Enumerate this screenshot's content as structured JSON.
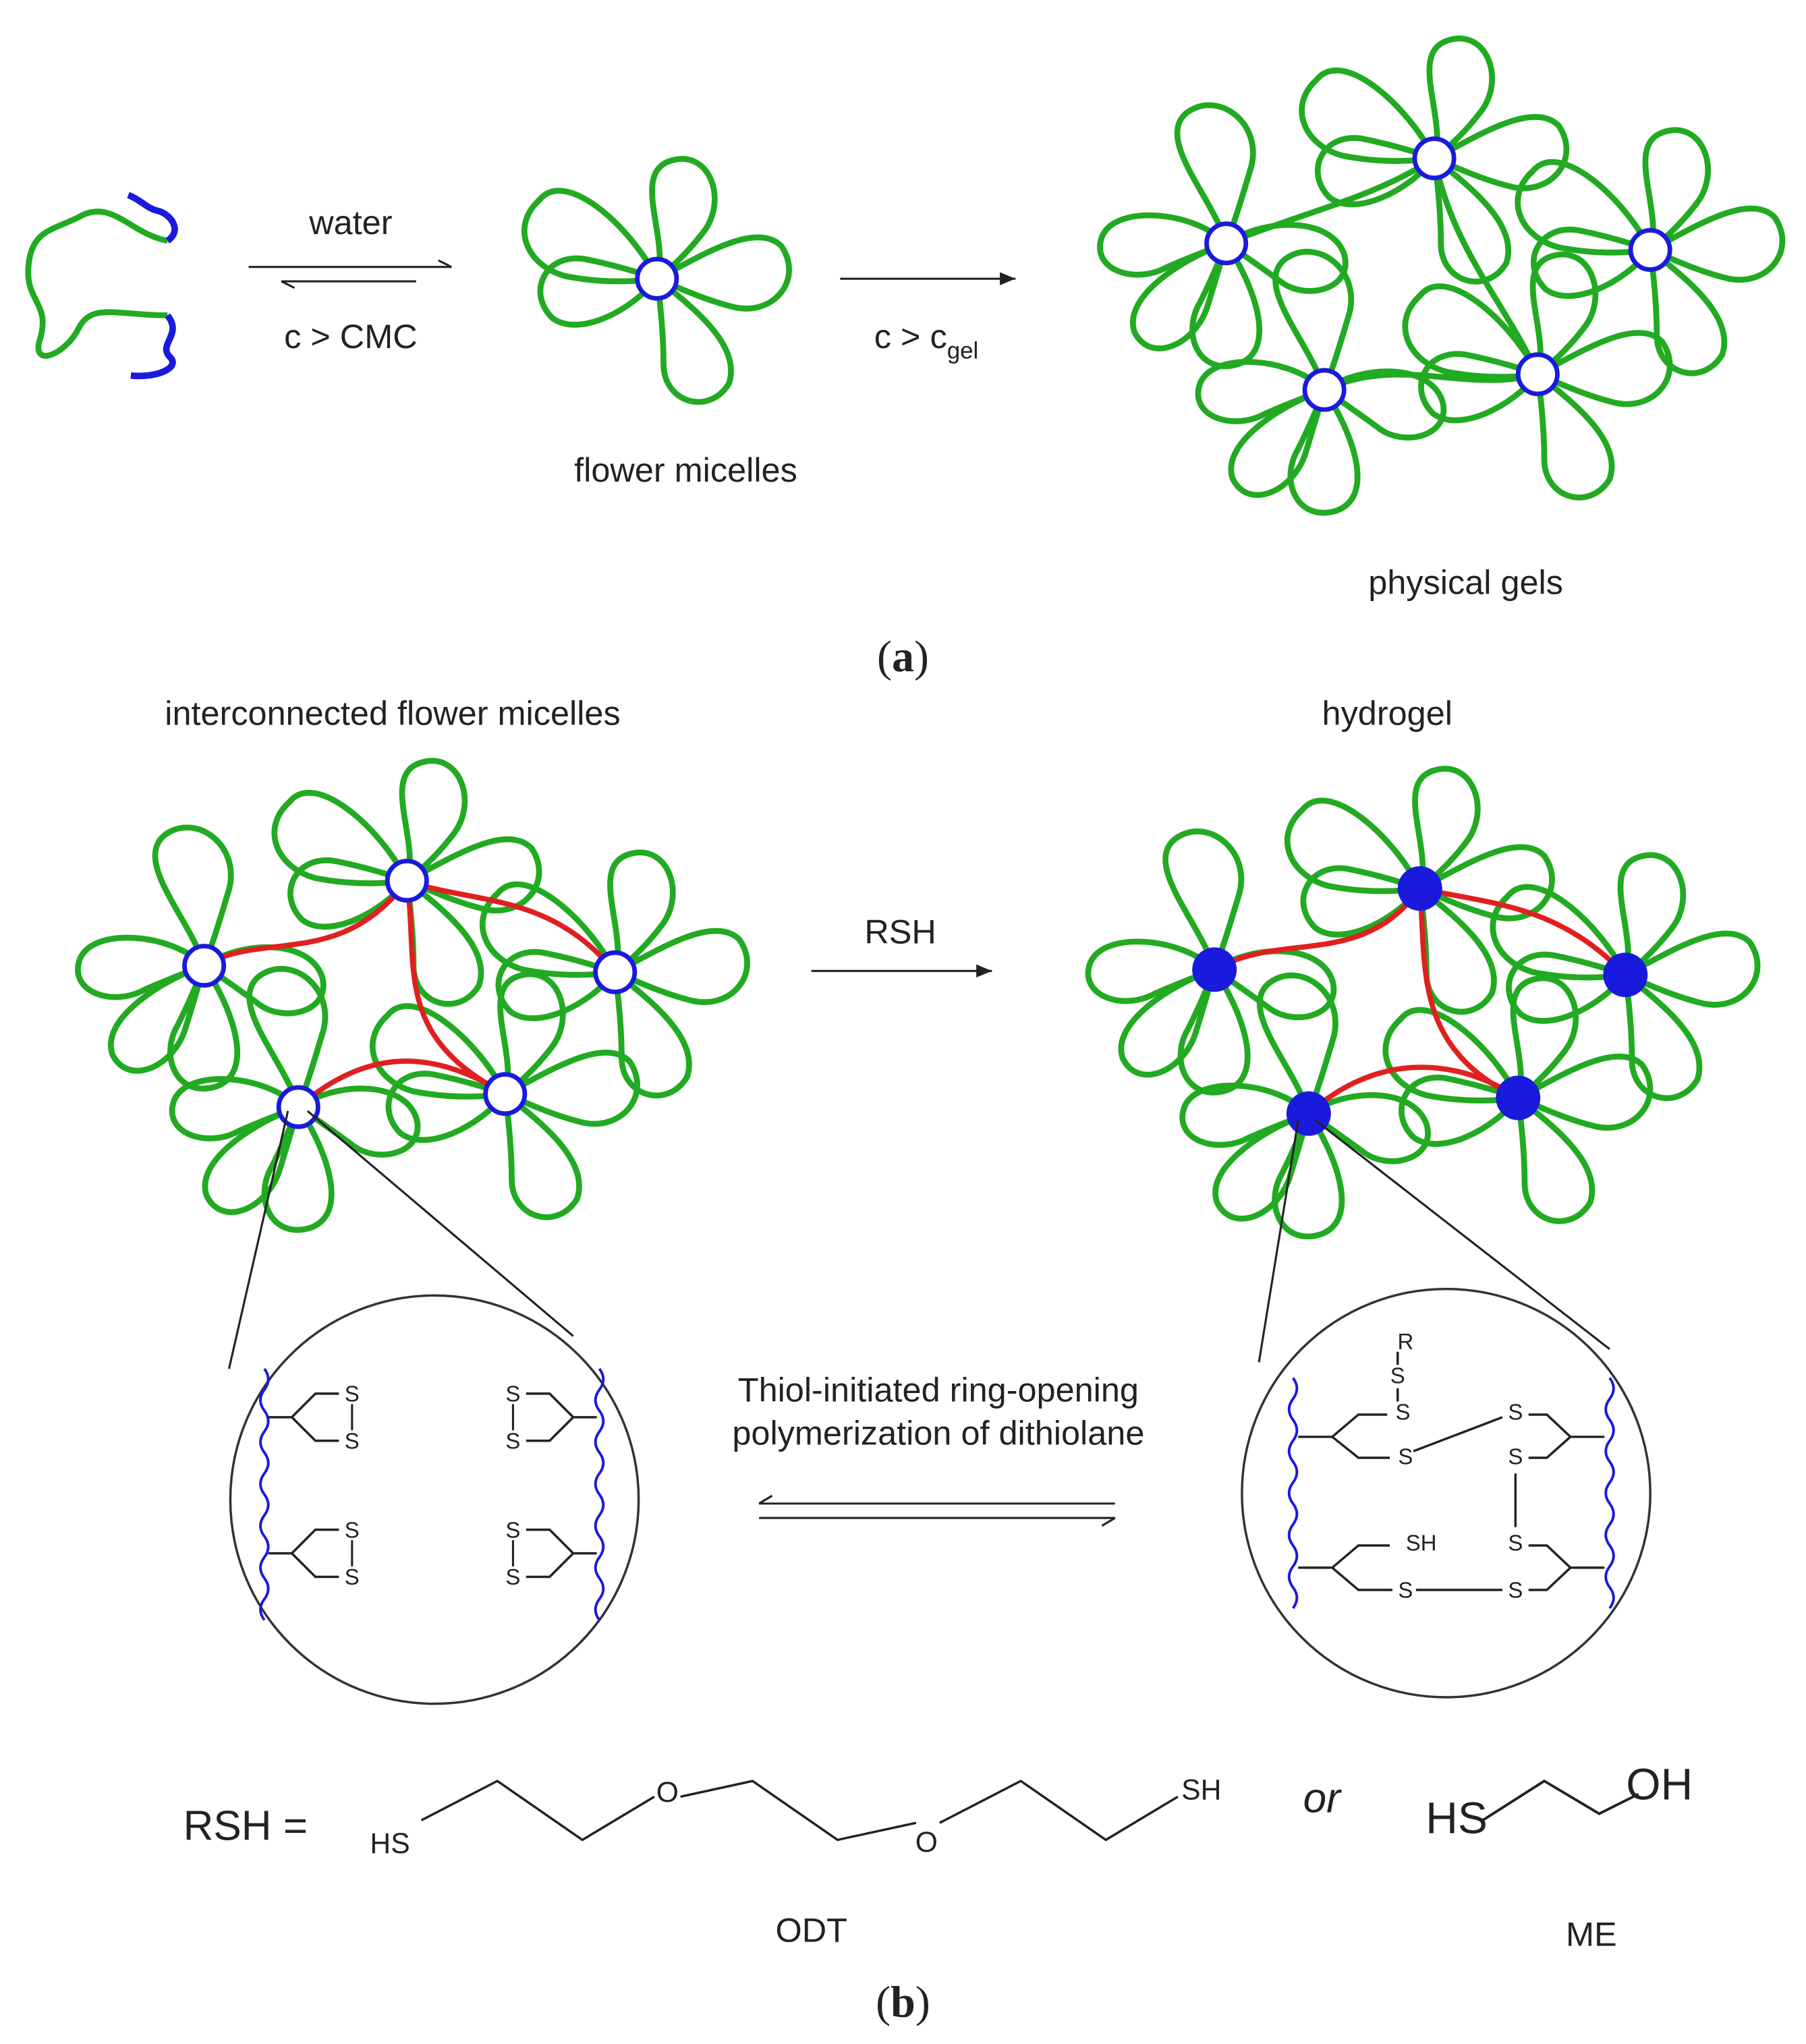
{
  "colors": {
    "block_hydrophilic": "#22aa22",
    "block_hydrophobic": "#1a1adc",
    "crosslink": "#e02020",
    "line": "#222222"
  },
  "panel_a": {
    "label_open": "(",
    "label_letter": "a",
    "label_close": ")",
    "arrow1_top": "water",
    "arrow1_bottom": "c > CMC",
    "arrow2_main": "c > c",
    "arrow2_sub": "gel",
    "micelle_caption": "flower micelles",
    "gel_caption": "physical gels"
  },
  "panel_b": {
    "label_open": "(",
    "label_letter": "b",
    "label_close": ")",
    "left_title": "interconnected flower micelles",
    "right_title": "hydrogel",
    "arrow_label": "RSH",
    "reaction_line1": "Thiol-initiated ring-opening",
    "reaction_line2": "polymerization of dithiolane",
    "atoms": {
      "S": "S",
      "R": "R",
      "SH": "SH"
    },
    "rsh_prefix": "RSH =",
    "odt": {
      "hs": "HS",
      "o": "O",
      "sh": "SH",
      "name": "ODT"
    },
    "or": "or",
    "me": {
      "hs": "HS",
      "oh": "OH",
      "name": "ME"
    }
  }
}
